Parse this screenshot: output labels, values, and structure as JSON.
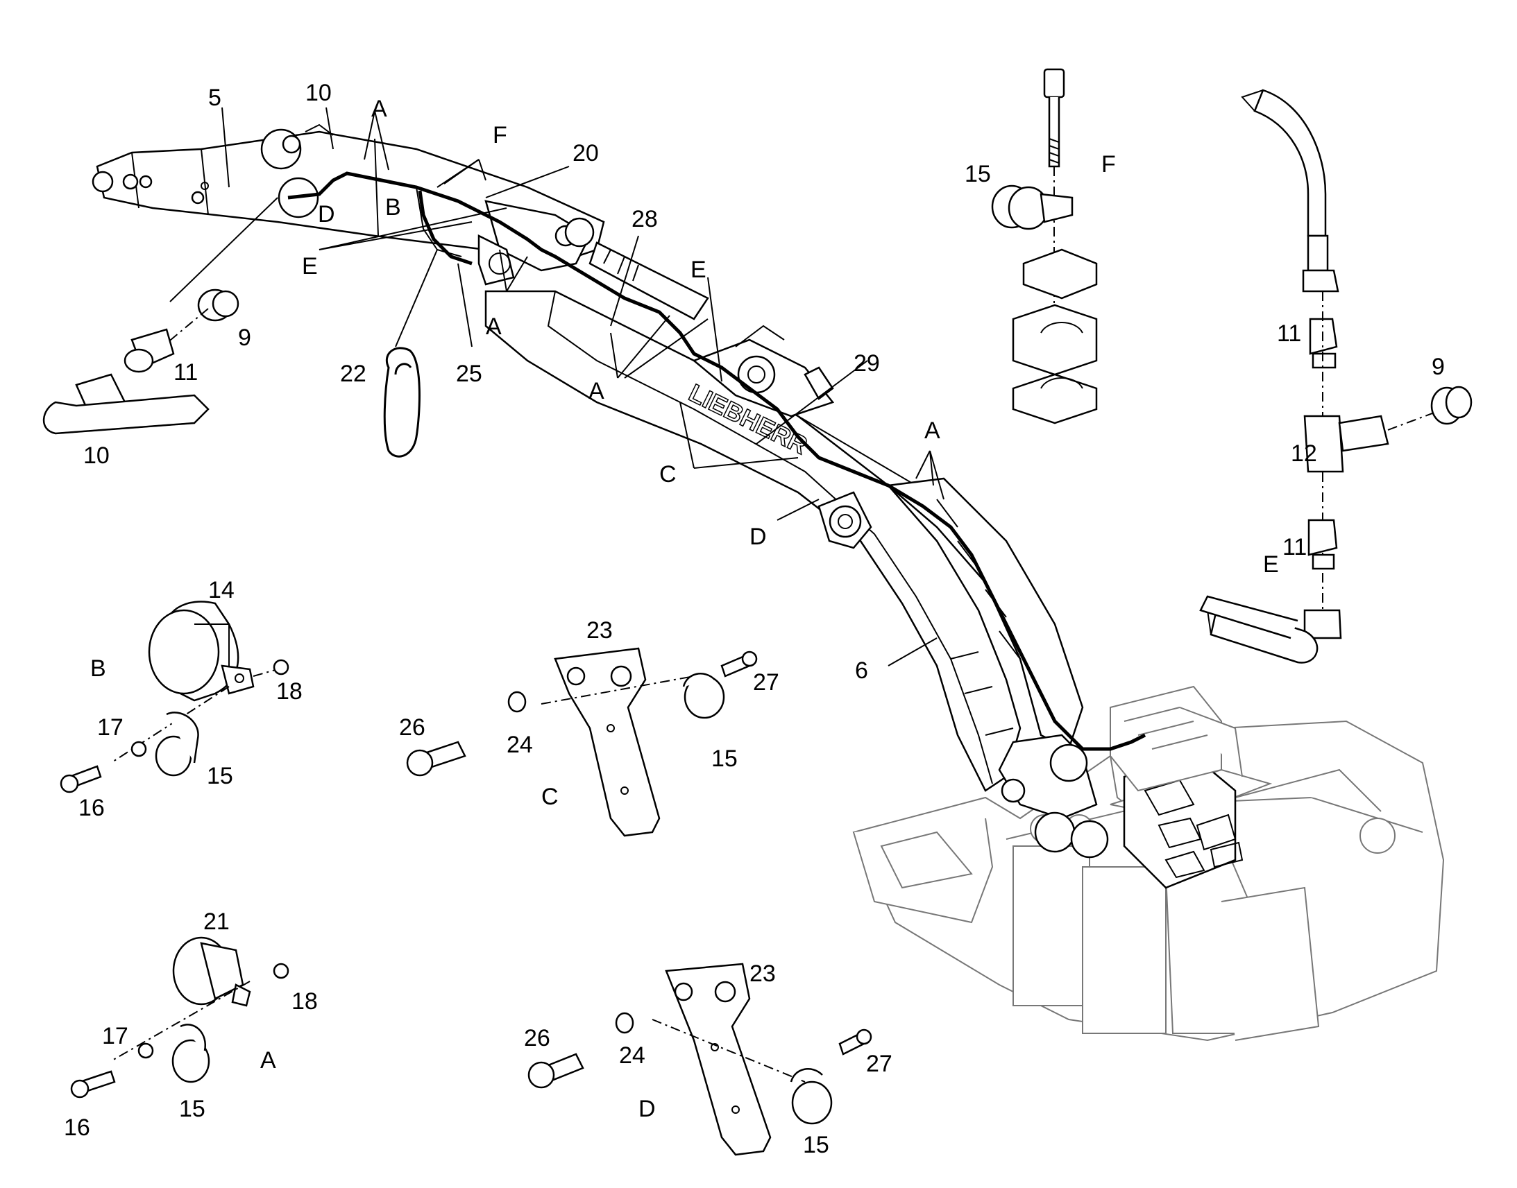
{
  "callouts": [
    {
      "id": "c-5",
      "text": "5"
    },
    {
      "id": "c-10-top",
      "text": "10"
    },
    {
      "id": "c-A-top",
      "text": "A"
    },
    {
      "id": "c-F",
      "text": "F"
    },
    {
      "id": "c-20",
      "text": "20"
    },
    {
      "id": "c-D-boom",
      "text": "D"
    },
    {
      "id": "c-B-boom",
      "text": "B"
    },
    {
      "id": "c-E-left",
      "text": "E"
    },
    {
      "id": "c-28",
      "text": "28"
    },
    {
      "id": "c-E-mid",
      "text": "E"
    },
    {
      "id": "c-A-mid1",
      "text": "A"
    },
    {
      "id": "c-22",
      "text": "22"
    },
    {
      "id": "c-25",
      "text": "25"
    },
    {
      "id": "c-A-mid2",
      "text": "A"
    },
    {
      "id": "c-29",
      "text": "29"
    },
    {
      "id": "c-A-right",
      "text": "A"
    },
    {
      "id": "c-C",
      "text": "C"
    },
    {
      "id": "c-D-mid",
      "text": "D"
    },
    {
      "id": "c-6",
      "text": "6"
    },
    {
      "id": "c-9-left",
      "text": "9"
    },
    {
      "id": "c-11-left",
      "text": "11"
    },
    {
      "id": "c-10-left",
      "text": "10"
    },
    {
      "id": "c-15-F",
      "text": "15"
    },
    {
      "id": "c-F-detail",
      "text": "F"
    },
    {
      "id": "c-11-right-top",
      "text": "11"
    },
    {
      "id": "c-9-right",
      "text": "9"
    },
    {
      "id": "c-12",
      "text": "12"
    },
    {
      "id": "c-11-right-bot",
      "text": "11"
    },
    {
      "id": "c-E-detail",
      "text": "E"
    },
    {
      "id": "c-14",
      "text": "14"
    },
    {
      "id": "c-B-detail",
      "text": "B"
    },
    {
      "id": "c-18-B",
      "text": "18"
    },
    {
      "id": "c-17-B",
      "text": "17"
    },
    {
      "id": "c-15-B",
      "text": "15"
    },
    {
      "id": "c-16-B",
      "text": "16"
    },
    {
      "id": "c-23-C",
      "text": "23"
    },
    {
      "id": "c-27-C",
      "text": "27"
    },
    {
      "id": "c-26-C",
      "text": "26"
    },
    {
      "id": "c-24-C",
      "text": "24"
    },
    {
      "id": "c-15-C",
      "text": "15"
    },
    {
      "id": "c-C-detail",
      "text": "C"
    },
    {
      "id": "c-21",
      "text": "21"
    },
    {
      "id": "c-18-A",
      "text": "18"
    },
    {
      "id": "c-17-A",
      "text": "17"
    },
    {
      "id": "c-A-detail",
      "text": "A"
    },
    {
      "id": "c-16-A",
      "text": "16"
    },
    {
      "id": "c-15-A",
      "text": "15"
    },
    {
      "id": "c-23-D",
      "text": "23"
    },
    {
      "id": "c-26-D",
      "text": "26"
    },
    {
      "id": "c-24-D",
      "text": "24"
    },
    {
      "id": "c-27-D",
      "text": "27"
    },
    {
      "id": "c-D-detail",
      "text": "D"
    },
    {
      "id": "c-15-D",
      "text": "15"
    }
  ],
  "boom_branding": "LIEBHERR",
  "colors": {
    "ink": "#000000",
    "paper": "#ffffff",
    "ghost": "#777777"
  }
}
